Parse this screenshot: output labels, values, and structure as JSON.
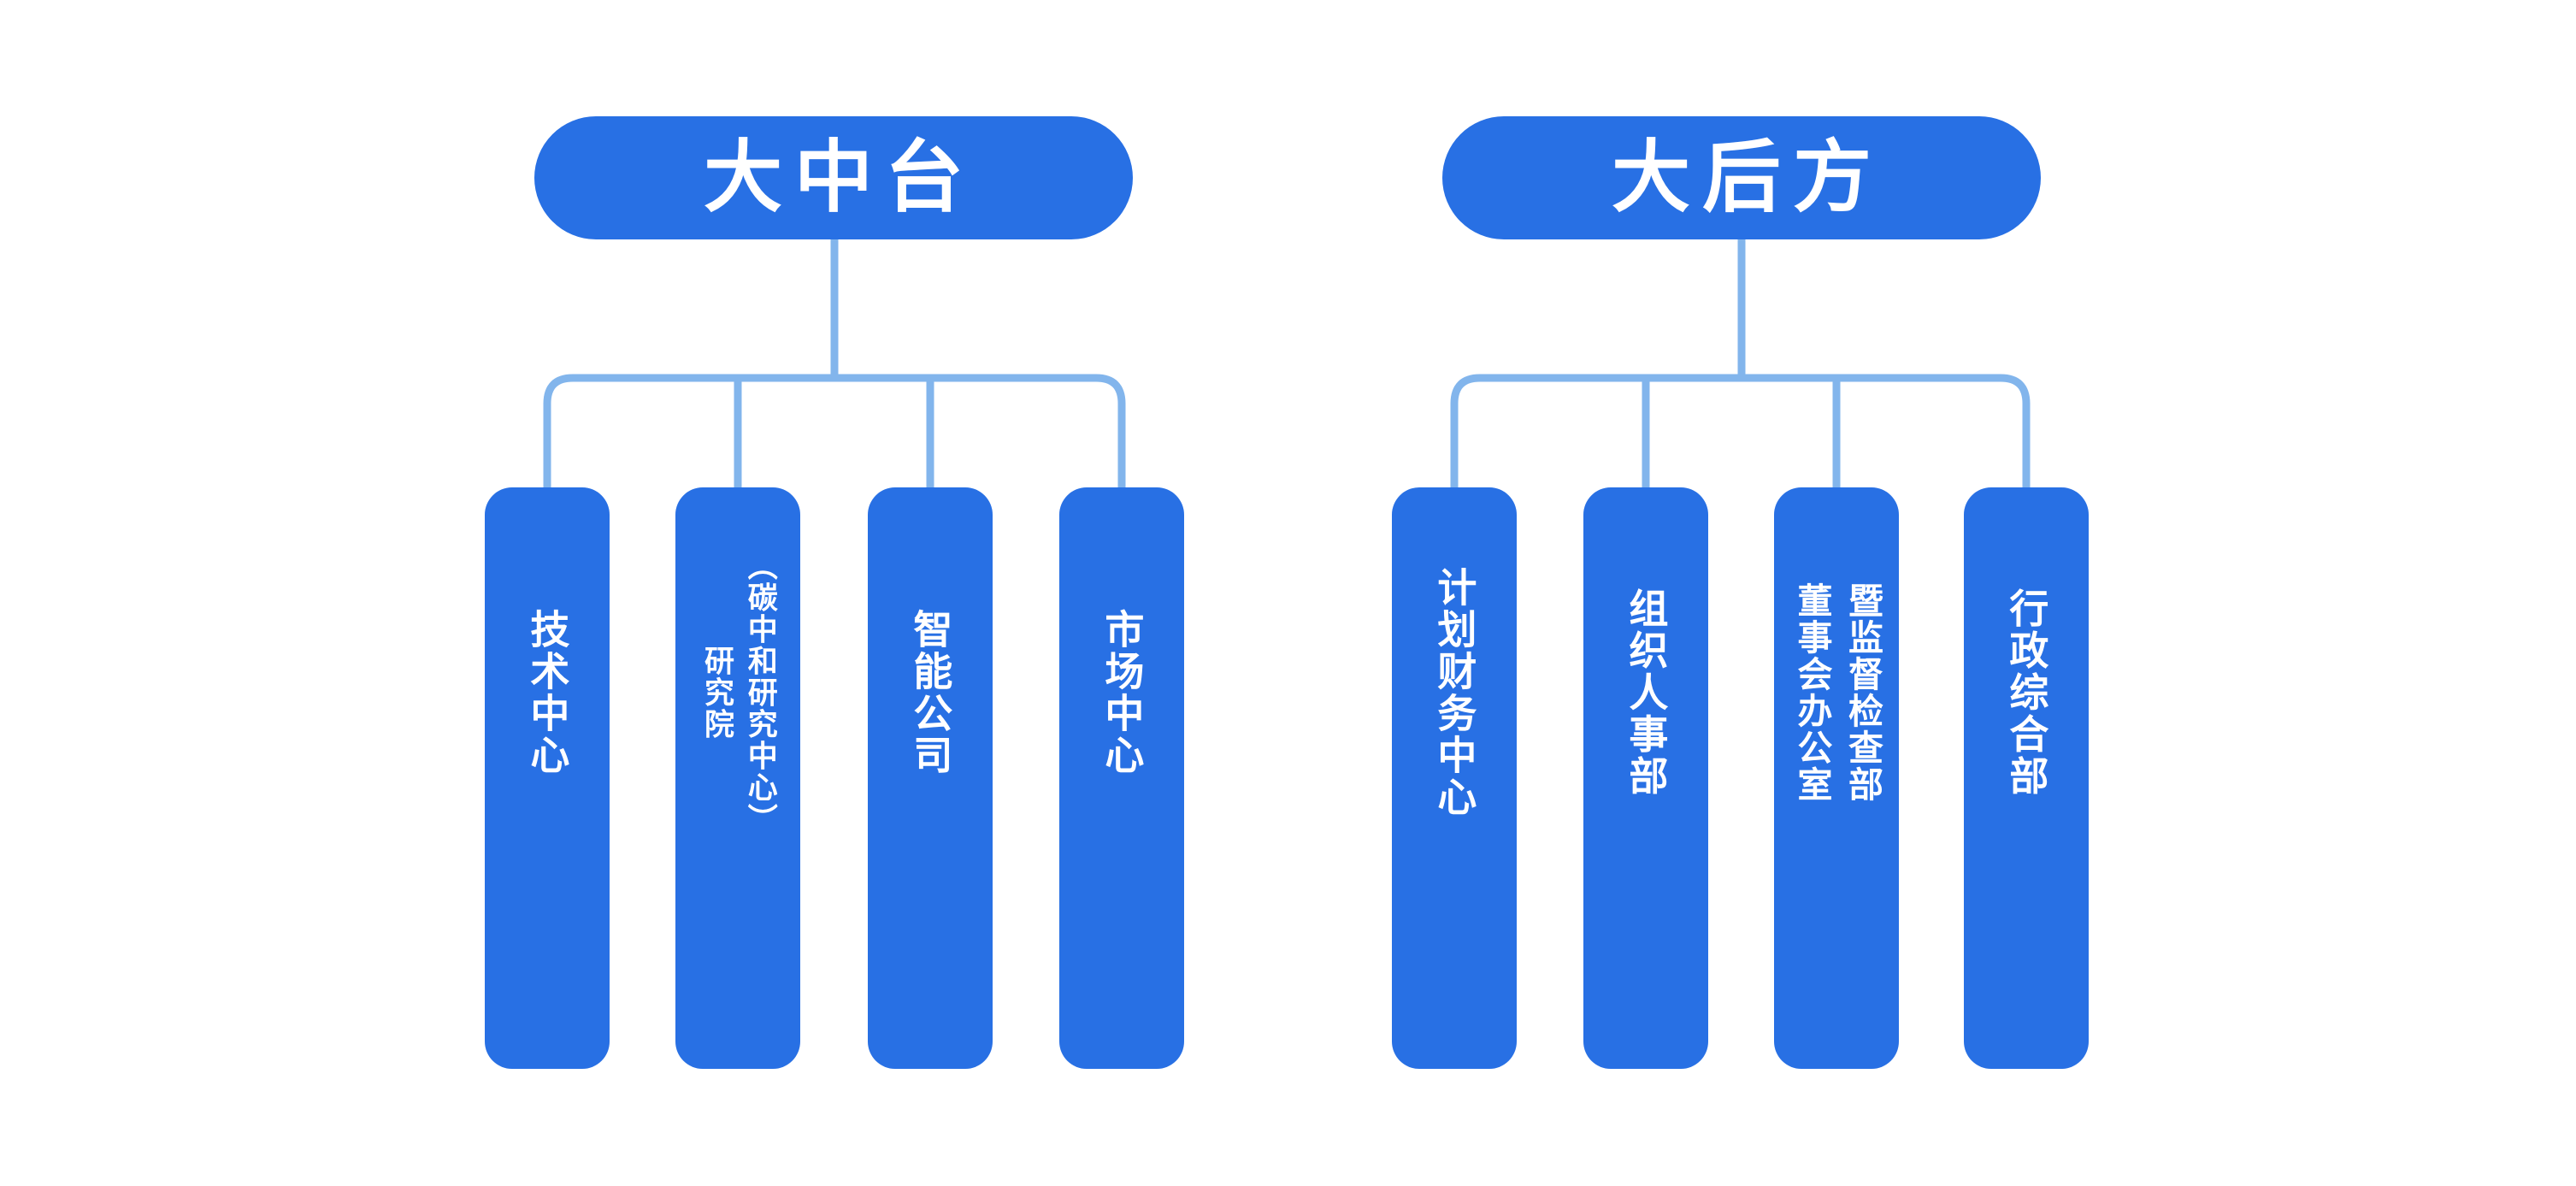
{
  "colors": {
    "node_fill": "#2870E4",
    "node_text": "#ffffff",
    "connector": "#82B5EC",
    "background": "#ffffff"
  },
  "tree_left": {
    "root": "大中台",
    "children": [
      {
        "label": "技术中心"
      },
      {
        "label": "研究院\n（碳中和研究中心）"
      },
      {
        "label": "智能公司"
      },
      {
        "label": "市场中心"
      }
    ]
  },
  "tree_right": {
    "root": "大后方",
    "children": [
      {
        "label": "计划财务中心"
      },
      {
        "label": "组织人事部"
      },
      {
        "label": "董事会办公室\n暨监督检查部"
      },
      {
        "label": "行政综合部"
      }
    ]
  }
}
